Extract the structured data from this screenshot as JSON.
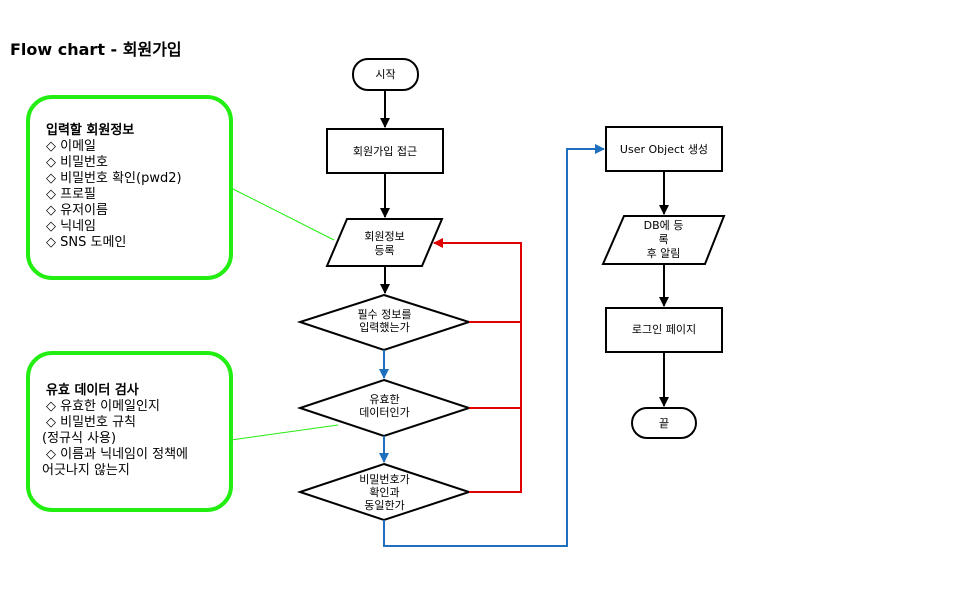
{
  "title": "Flow chart - 회원가입",
  "nodes": {
    "start": "시작",
    "access": "회원가입 접근",
    "register_1": "회원정보",
    "register_2": "등록",
    "required_1": "필수 정보를",
    "required_2": "입력했는가",
    "valid_1": "유효한",
    "valid_2": "데이터인가",
    "pwcheck_1": "비밀번호가",
    "pwcheck_2": "확인과",
    "pwcheck_3": "동일한가",
    "create_user": "User Object 생성",
    "db_1": "DB에 등",
    "db_2": "록",
    "db_3": "후 알림",
    "login": "로그인 페이지",
    "end": "끝"
  },
  "note_info": {
    "heading": "입력할 회원정보",
    "items": [
      "◇ 이메일",
      "◇ 비밀번호",
      "◇ 비밀번호 확인(pwd2)",
      "◇ 프로필",
      "◇ 유저이름",
      "◇ 닉네임",
      "◇ SNS 도메인"
    ]
  },
  "note_validation": {
    "heading": "유효 데이터 검사",
    "items": [
      "◇ 유효한 이메일인지",
      "◇ 비밀번호 규칙",
      "(정규식 사용)",
      "◇ 이름과 닉네임이 정책에",
      "어긋나지 않는지"
    ]
  },
  "colors": {
    "note_border": "#22ee11",
    "yes_arrow": "#1f6fbf",
    "no_arrow": "#e00000",
    "flow_arrow": "#000000"
  }
}
